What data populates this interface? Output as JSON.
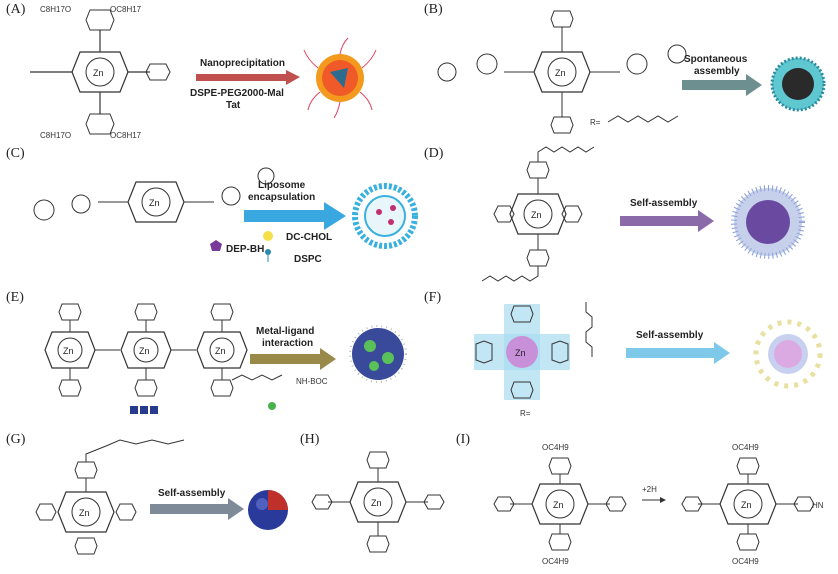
{
  "panels": [
    {
      "label": "(A)",
      "arrow_texts": [
        "Nanoprecipitation",
        "DSPE-PEG2000-Mal",
        "Tat"
      ],
      "substituents": [
        "C8H17O",
        "OC8H17",
        "C8H17O",
        "OC8H17"
      ],
      "metal": "Zn"
    },
    {
      "label": "(B)",
      "arrow_texts": [
        "Spontaneous",
        "assembly"
      ],
      "metal": "Zn",
      "r_label": "R="
    },
    {
      "label": "(C)",
      "arrow_texts": [
        "Liposome",
        "encapsulation"
      ],
      "legend": [
        "DEP-BH",
        "DC-CHOL",
        "DSPC"
      ],
      "metal": "Zn"
    },
    {
      "label": "(D)",
      "arrow_texts": [
        "Self-assembly"
      ],
      "metal": "Zn"
    },
    {
      "label": "(E)",
      "arrow_texts": [
        "Metal-ligand",
        "interaction"
      ],
      "metal": "Zn",
      "side_text": "NH-BOC"
    },
    {
      "label": "(F)",
      "arrow_texts": [
        "Self-assembly"
      ],
      "metal": "Zn",
      "r_label": "R="
    },
    {
      "label": "(G)",
      "arrow_texts": [
        "Self-assembly"
      ],
      "metal": "Zn"
    },
    {
      "label": "(H)",
      "arrow_texts": [],
      "metal": "Zn"
    },
    {
      "label": "(I)",
      "arrow_texts": [
        "+2H"
      ],
      "substituents": [
        "OC4H9",
        "OC4H9",
        "OC4H9",
        "OC4H9"
      ],
      "metal": "Zn",
      "side_text": "HN"
    }
  ],
  "colors": {
    "arrow_red": "#c0504d",
    "arrow_teal": "#6e8f8f",
    "arrow_blue": "#3aa8e0",
    "arrow_purple": "#8a6aa8",
    "arrow_olive": "#9a8a4a",
    "arrow_lightblue": "#7ec8ea",
    "arrow_gray": "#7f8a99"
  }
}
